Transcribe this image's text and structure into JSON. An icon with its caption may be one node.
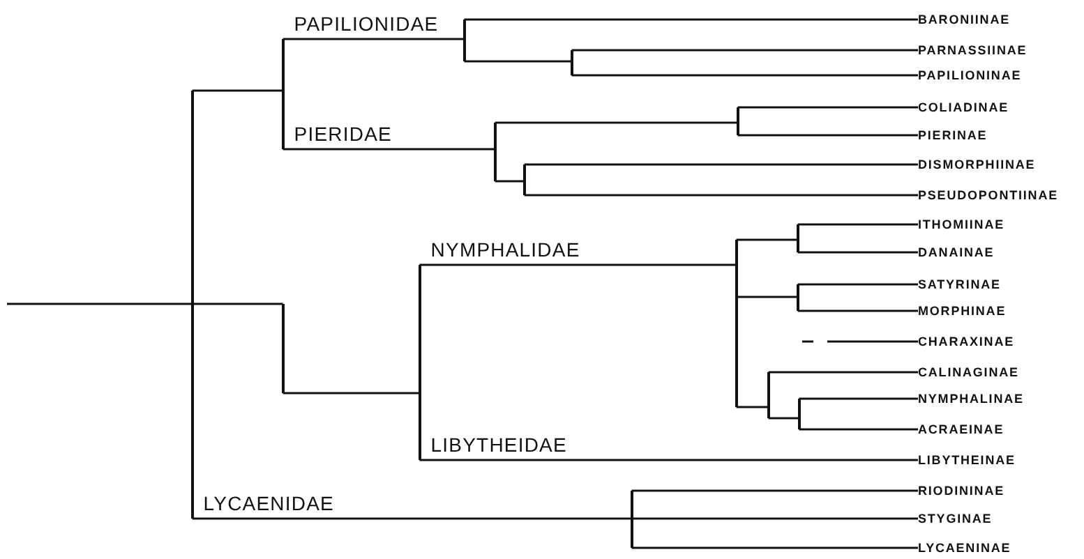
{
  "diagram": {
    "nodes": [
      {
        "text": [],
        "shape": "bar"
      },
      {
        "text": [],
        "shape": "bar"
      },
      {
        "text": [],
        "shape": "bar"
      },
      {
        "text": [
          "BARONIINAE"
        ]
      },
      {
        "text": [],
        "shape": "bar"
      },
      {
        "text": [
          "PARNASSIINAE"
        ]
      },
      {
        "text": [
          "PAPILIONINAE"
        ]
      },
      {
        "text": [],
        "shape": "bar"
      },
      {
        "text": [],
        "shape": "bar"
      },
      {
        "text": [
          "COLIADINAE"
        ]
      },
      {
        "text": [
          "PIERINAE"
        ]
      },
      {
        "text": [],
        "shape": "bar"
      },
      {
        "text": [
          "DISMORPHIINAE"
        ]
      },
      {
        "text": [
          "PSEUDOPONTIINAE"
        ]
      },
      {
        "text": [],
        "shape": "bar"
      },
      {
        "text": [],
        "shape": "bar"
      },
      {
        "text": [],
        "shape": "bar"
      },
      {
        "text": [],
        "shape": "bar"
      },
      {
        "text": [
          "ITHOMIINAE"
        ]
      },
      {
        "text": [
          "DANAINAE"
        ]
      },
      {
        "text": [],
        "shape": "bar"
      },
      {
        "text": [
          "SATYRINAE"
        ]
      },
      {
        "text": [
          "MORPHINAE"
        ]
      },
      {
        "text": [
          "CHARAXINAE"
        ]
      },
      {
        "text": [],
        "shape": "bar"
      },
      {
        "text": [
          "CALINAGINAE"
        ]
      },
      {
        "text": [],
        "shape": "bar"
      },
      {
        "text": [
          "NYMPHALINAE"
        ]
      },
      {
        "text": [
          "ACRAEINAE"
        ]
      },
      {
        "text": [
          "LIBYTHEINAE"
        ]
      },
      {
        "text": [],
        "shape": "bar"
      },
      {
        "text": [
          "RIODININAE"
        ]
      },
      {
        "text": [
          "STYGINAE"
        ]
      },
      {
        "text": [
          "LYCAENINAE"
        ]
      }
    ],
    "edges": [
      {
        "from": null,
        "to": 0,
        "arrow": "none"
      },
      {
        "from": 0,
        "to": 1,
        "arrow": "none"
      },
      {
        "from": 0,
        "to": 14,
        "arrow": "none"
      },
      {
        "from": 0,
        "to": 30,
        "arrow": "none",
        "label": "LYCAENIDAE"
      },
      {
        "from": 1,
        "to": 2,
        "arrow": "none",
        "label": "PAPILIONIDAE"
      },
      {
        "from": 1,
        "to": 7,
        "arrow": "none",
        "label": "PIERIDAE"
      },
      {
        "from": 2,
        "to": 3,
        "arrow": "none"
      },
      {
        "from": 2,
        "to": 4,
        "arrow": "none"
      },
      {
        "from": 4,
        "to": 5,
        "arrow": "none"
      },
      {
        "from": 4,
        "to": 6,
        "arrow": "none"
      },
      {
        "from": 7,
        "to": 8,
        "arrow": "none"
      },
      {
        "from": 7,
        "to": 11,
        "arrow": "none"
      },
      {
        "from": 8,
        "to": 9,
        "arrow": "none"
      },
      {
        "from": 8,
        "to": 10,
        "arrow": "none"
      },
      {
        "from": 11,
        "to": 12,
        "arrow": "none"
      },
      {
        "from": 11,
        "to": 13,
        "arrow": "none"
      },
      {
        "from": 14,
        "to": 15,
        "arrow": "none"
      },
      {
        "from": 15,
        "to": 16,
        "arrow": "none",
        "label": "NYMPHALIDAE"
      },
      {
        "from": 15,
        "to": 29,
        "arrow": "none",
        "label": "LIBYTHEIDAE"
      },
      {
        "from": 16,
        "to": 17,
        "arrow": "none"
      },
      {
        "from": 16,
        "to": 20,
        "arrow": "none"
      },
      {
        "from": 16,
        "to": 24,
        "arrow": "none"
      },
      {
        "from": 17,
        "to": 18,
        "arrow": "none"
      },
      {
        "from": 17,
        "to": 19,
        "arrow": "none"
      },
      {
        "from": 20,
        "to": 21,
        "arrow": "none"
      },
      {
        "from": 20,
        "to": 22,
        "arrow": "none"
      },
      {
        "from": null,
        "to": 23,
        "arrow": "none",
        "style": "dashed"
      },
      {
        "from": 24,
        "to": 25,
        "arrow": "none"
      },
      {
        "from": 24,
        "to": 26,
        "arrow": "none"
      },
      {
        "from": 26,
        "to": 27,
        "arrow": "none"
      },
      {
        "from": 26,
        "to": 28,
        "arrow": "none"
      },
      {
        "from": 30,
        "to": 31,
        "arrow": "none"
      },
      {
        "from": 30,
        "to": 32,
        "arrow": "none"
      },
      {
        "from": 30,
        "to": 33,
        "arrow": "none"
      }
    ]
  }
}
